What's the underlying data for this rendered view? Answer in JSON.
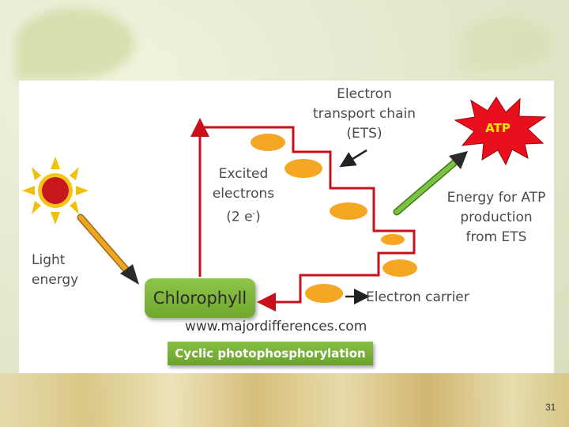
{
  "diagram": {
    "title_label": "Electron transport chain (ETS)",
    "title_lines": [
      "Electron",
      "transport chain",
      "(ETS)"
    ],
    "atp_label": "ATP",
    "excited_lines": [
      "Excited",
      "electrons",
      "(2 e"
    ],
    "excited_superscript": "-",
    "excited_close": ")",
    "light_lines": [
      "Light",
      "energy"
    ],
    "energy_lines": [
      "Energy for ATP",
      "production",
      "from ETS"
    ],
    "chlorophyll": "Chlorophyll",
    "electron_carrier": "Electron carrier",
    "url": "www.majordifferences.com",
    "caption": "Cyclic photophosphorylation"
  },
  "colors": {
    "path_red": "#c8101a",
    "carrier_orange": "#f5a623",
    "sun_red": "#c8161d",
    "sun_ray": "#f0c010",
    "light_arrow": "#f0a521",
    "green_arrow": "#7cc242",
    "atp_star": "#e8101c"
  },
  "slide": {
    "number": "31"
  }
}
